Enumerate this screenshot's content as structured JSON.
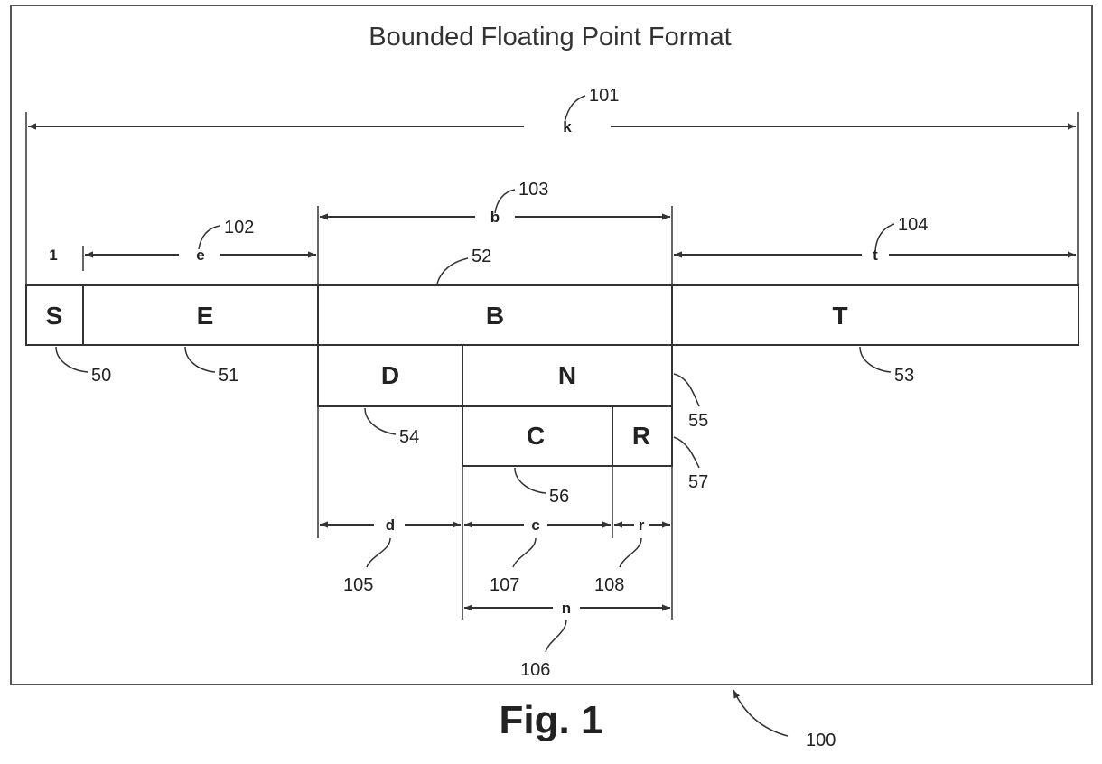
{
  "title": "Bounded Floating Point Format",
  "figure_label": "Fig. 1",
  "fields": {
    "S": "S",
    "E": "E",
    "B": "B",
    "T": "T",
    "D": "D",
    "N": "N",
    "C": "C",
    "R": "R"
  },
  "dimensions": {
    "k": "k",
    "one": "1",
    "e": "e",
    "b": "b",
    "t": "t",
    "d": "d",
    "c": "c",
    "r": "r",
    "n": "n"
  },
  "refs": {
    "r100": "100",
    "r101": "101",
    "r102": "102",
    "r103": "103",
    "r104": "104",
    "r105": "105",
    "r106": "106",
    "r107": "107",
    "r108": "108",
    "r50": "50",
    "r51": "51",
    "r52": "52",
    "r53": "53",
    "r54": "54",
    "r55": "55",
    "r56": "56",
    "r57": "57"
  }
}
